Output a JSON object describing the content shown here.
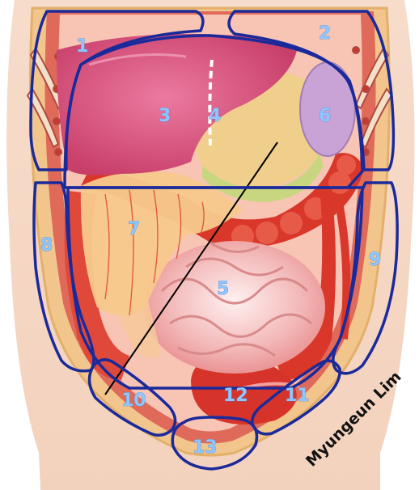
{
  "figure": {
    "signature": "Myungeun Lim",
    "regions": [
      {
        "id": "1",
        "label": "1"
      },
      {
        "id": "2",
        "label": "2"
      },
      {
        "id": "3",
        "label": "3"
      },
      {
        "id": "4",
        "label": "4"
      },
      {
        "id": "5",
        "label": "5"
      },
      {
        "id": "6",
        "label": "6"
      },
      {
        "id": "7",
        "label": "7"
      },
      {
        "id": "8",
        "label": "8"
      },
      {
        "id": "9",
        "label": "9"
      },
      {
        "id": "10",
        "label": "10"
      },
      {
        "id": "11",
        "label": "11"
      },
      {
        "id": "12",
        "label": "12"
      },
      {
        "id": "13",
        "label": "13"
      }
    ]
  },
  "colors": {
    "outline": "#1a2a9a",
    "label": "#8fc6ff",
    "skin": "#f6d9c7",
    "liver": "#d9527a",
    "stomach": "#f0cf8c",
    "spleen": "#c9a2d6",
    "colon": "#d93b2c",
    "small_intestine": "#f2b5b5"
  }
}
